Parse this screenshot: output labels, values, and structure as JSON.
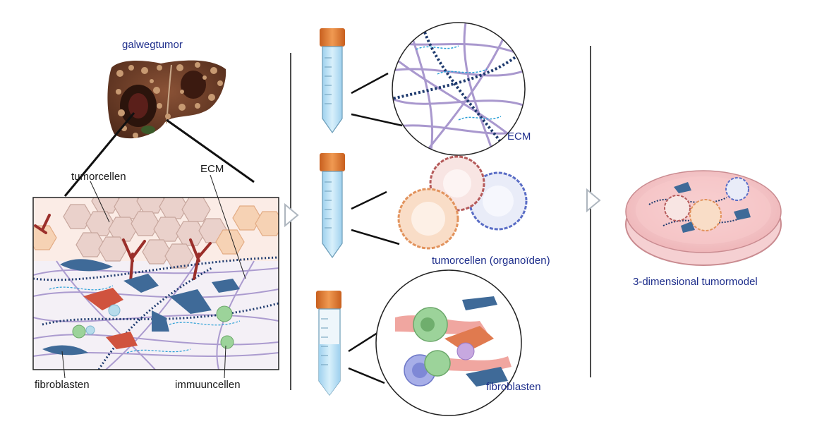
{
  "labels": {
    "liver_title": "galwegtumor",
    "tumor_cells": "tumorcellen",
    "ecm_left": "ECM",
    "fibroblasts_left": "fibroblasten",
    "immune_cells": "immuuncellen",
    "ecm_mid": "ECM",
    "organoids": "tumorcellen (organoïden)",
    "fibroblasts_mid": "fibroblasten",
    "model": "3-dimensional tumormodel"
  },
  "colors": {
    "label_dark": "#1a1a1a",
    "label_blue": "#1f2f8c",
    "ecm_purple": "#9a86c6",
    "ecm_navy": "#1e3a6e",
    "ecm_cyan": "#2a9fd6",
    "tube_cap": "#e0782c",
    "tube_liquid": "#bfe3f5",
    "liver": "#6b3b27",
    "fibroblast_blue": "#3f6a98",
    "fibroblast_red": "#d0533e",
    "immune_green": "#9cd39a",
    "tumor_cell": "#e8c7be",
    "dish_pink": "#f3c4c6"
  }
}
